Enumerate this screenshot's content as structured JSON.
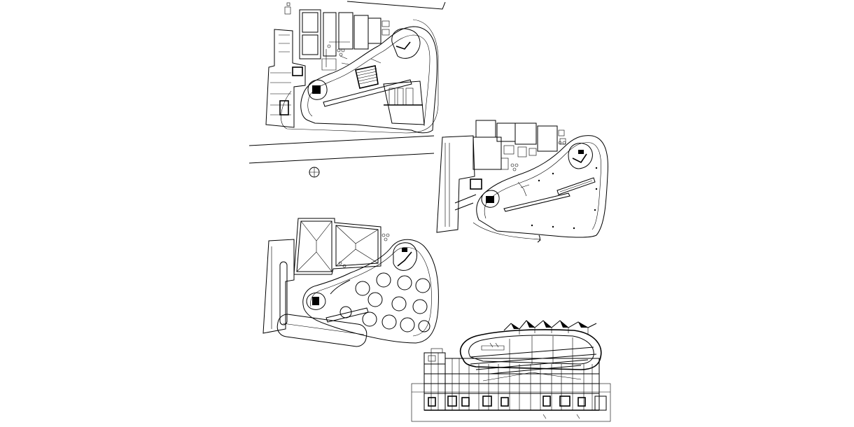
{
  "sheet": {
    "background": "#ffffff",
    "line_color": "#000000",
    "drawings": [
      {
        "id": "plan-ground-site",
        "kind": "floor-plan"
      },
      {
        "id": "plan-upper-level",
        "kind": "floor-plan"
      },
      {
        "id": "plan-roof-level",
        "kind": "floor-plan"
      },
      {
        "id": "building-section",
        "kind": "section"
      }
    ]
  }
}
